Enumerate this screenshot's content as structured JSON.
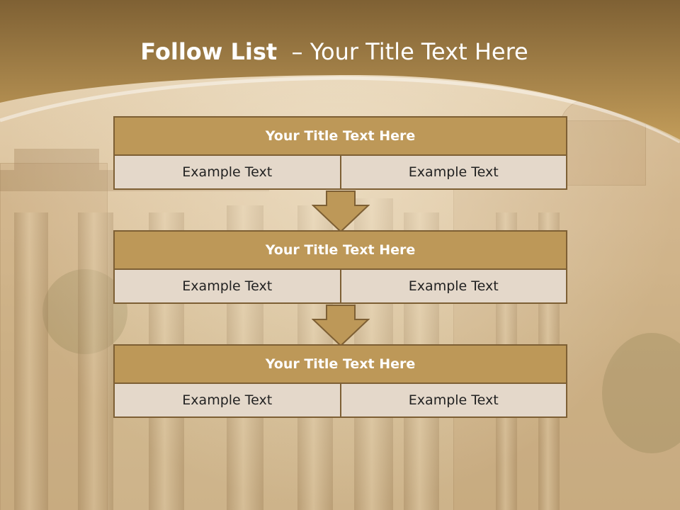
{
  "slide": {
    "title_bold": "Follow List",
    "title_rest": "  – Your Title Text Here"
  },
  "blocks": [
    {
      "title": "Your Title Text Here",
      "left": "Example Text",
      "right": "Example Text"
    },
    {
      "title": "Your Title Text Here",
      "left": "Example Text",
      "right": "Example Text"
    },
    {
      "title": "Your Title Text Here",
      "left": "Example Text",
      "right": "Example Text"
    }
  ],
  "colors": {
    "header_dark": "#7f6134",
    "header_light": "#c39d5a",
    "block_title_fill": "#bd9858",
    "block_border": "#7d5f34",
    "cell_fill": "#e4d8ca",
    "arrow_fill": "#bd9858"
  },
  "icons": {
    "connector": "down-arrow-icon"
  }
}
